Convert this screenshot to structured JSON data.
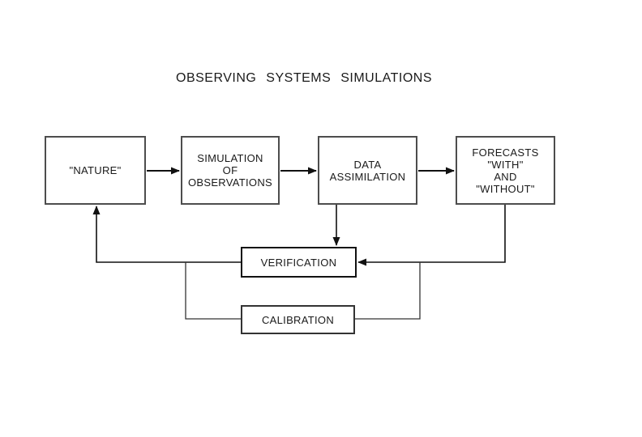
{
  "title": "OBSERVING SYSTEMS SIMULATIONS",
  "boxes": {
    "nature": {
      "label": "\"NATURE\""
    },
    "simulation": {
      "label": "SIMULATION\nOF\nOBSERVATIONS"
    },
    "assimilation": {
      "label": "DATA\nASSIMILATION"
    },
    "forecasts": {
      "label": "FORECASTS\n\"WITH\"\nAND\n\"WITHOUT\""
    },
    "verification": {
      "label": "VERIFICATION"
    },
    "calibration": {
      "label": "CALIBRATION"
    }
  },
  "connections": {
    "nature_to_simulation": "arrow",
    "simulation_to_assimilation": "arrow",
    "assimilation_to_forecasts": "arrow",
    "assimilation_to_verification": "arrow",
    "forecasts_to_verification": "arrow",
    "verification_to_nature": "arrow",
    "calibration_to_nature_line": "line",
    "calibration_to_verification_line": "line"
  },
  "colors": {
    "background": "#ffffff",
    "box_border": "#4d4d4d",
    "line": "#1a1a1a",
    "text": "#1a1a1a"
  }
}
